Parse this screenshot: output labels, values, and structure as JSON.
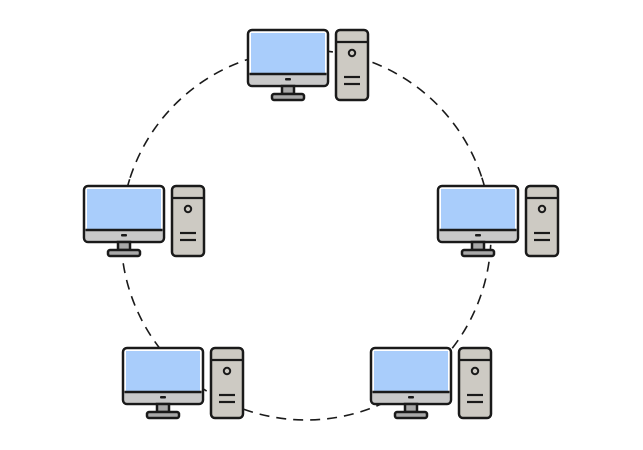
{
  "diagram": {
    "topology": "ring",
    "link_style": "dashed",
    "colors": {
      "background": "#ffffff",
      "outline": "#1a1a1a",
      "screen": "#a9cdfb",
      "monitor_body": "#ffffff",
      "chin": "#c9c9c9",
      "stand": "#a9a9a9",
      "tower": "#cdcac3",
      "link": "#1a1a1a"
    },
    "nodes": [
      {
        "id": "top",
        "icon": "desktop-computer-icon"
      },
      {
        "id": "right",
        "icon": "desktop-computer-icon"
      },
      {
        "id": "bottom-right",
        "icon": "desktop-computer-icon"
      },
      {
        "id": "bottom-left",
        "icon": "desktop-computer-icon"
      },
      {
        "id": "left",
        "icon": "desktop-computer-icon"
      }
    ],
    "links": [
      {
        "from": "top",
        "to": "right"
      },
      {
        "from": "right",
        "to": "bottom-right"
      },
      {
        "from": "bottom-right",
        "to": "bottom-left"
      },
      {
        "from": "bottom-left",
        "to": "left"
      },
      {
        "from": "left",
        "to": "top"
      }
    ]
  }
}
